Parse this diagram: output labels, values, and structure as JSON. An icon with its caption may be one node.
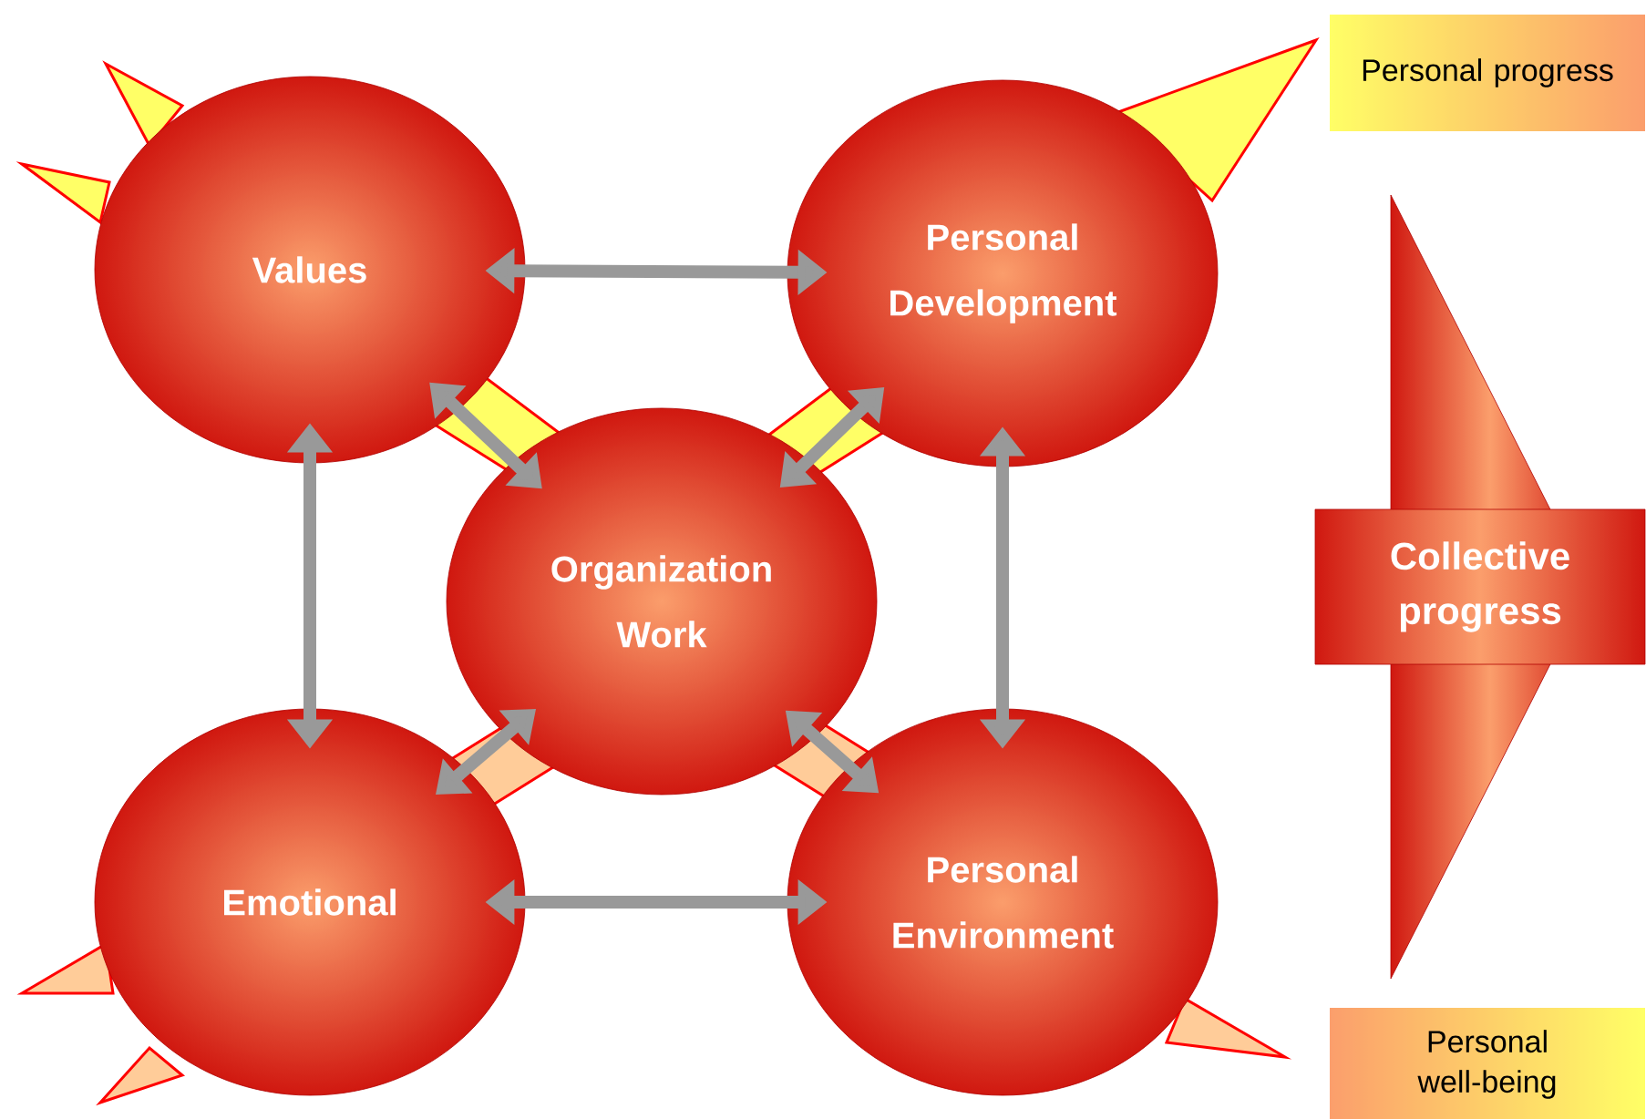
{
  "diagram": {
    "nodes": [
      {
        "text": [
          "Values"
        ]
      },
      {
        "text": [
          "Personal Development"
        ]
      },
      {
        "text": [
          "Personal progress"
        ]
      },
      {
        "text": [
          "Organization Work"
        ]
      },
      {
        "text": [
          "Collective progress"
        ]
      },
      {
        "text": [
          "Emotional"
        ]
      },
      {
        "text": [
          "Personal Environment"
        ]
      },
      {
        "text": [
          "Personal well-being"
        ]
      }
    ],
    "edges": [
      {
        "from": 0,
        "to": 1,
        "arrow": "both"
      },
      {
        "from": 0,
        "to": 3,
        "arrow": "both"
      },
      {
        "from": 1,
        "to": 3,
        "arrow": "both"
      },
      {
        "from": 0,
        "to": 5,
        "arrow": "both"
      },
      {
        "from": 1,
        "to": 6,
        "arrow": "both"
      },
      {
        "from": 3,
        "to": 5,
        "arrow": "both"
      },
      {
        "from": 3,
        "to": 6,
        "arrow": "both"
      },
      {
        "from": 5,
        "to": 6,
        "arrow": "both"
      }
    ]
  }
}
